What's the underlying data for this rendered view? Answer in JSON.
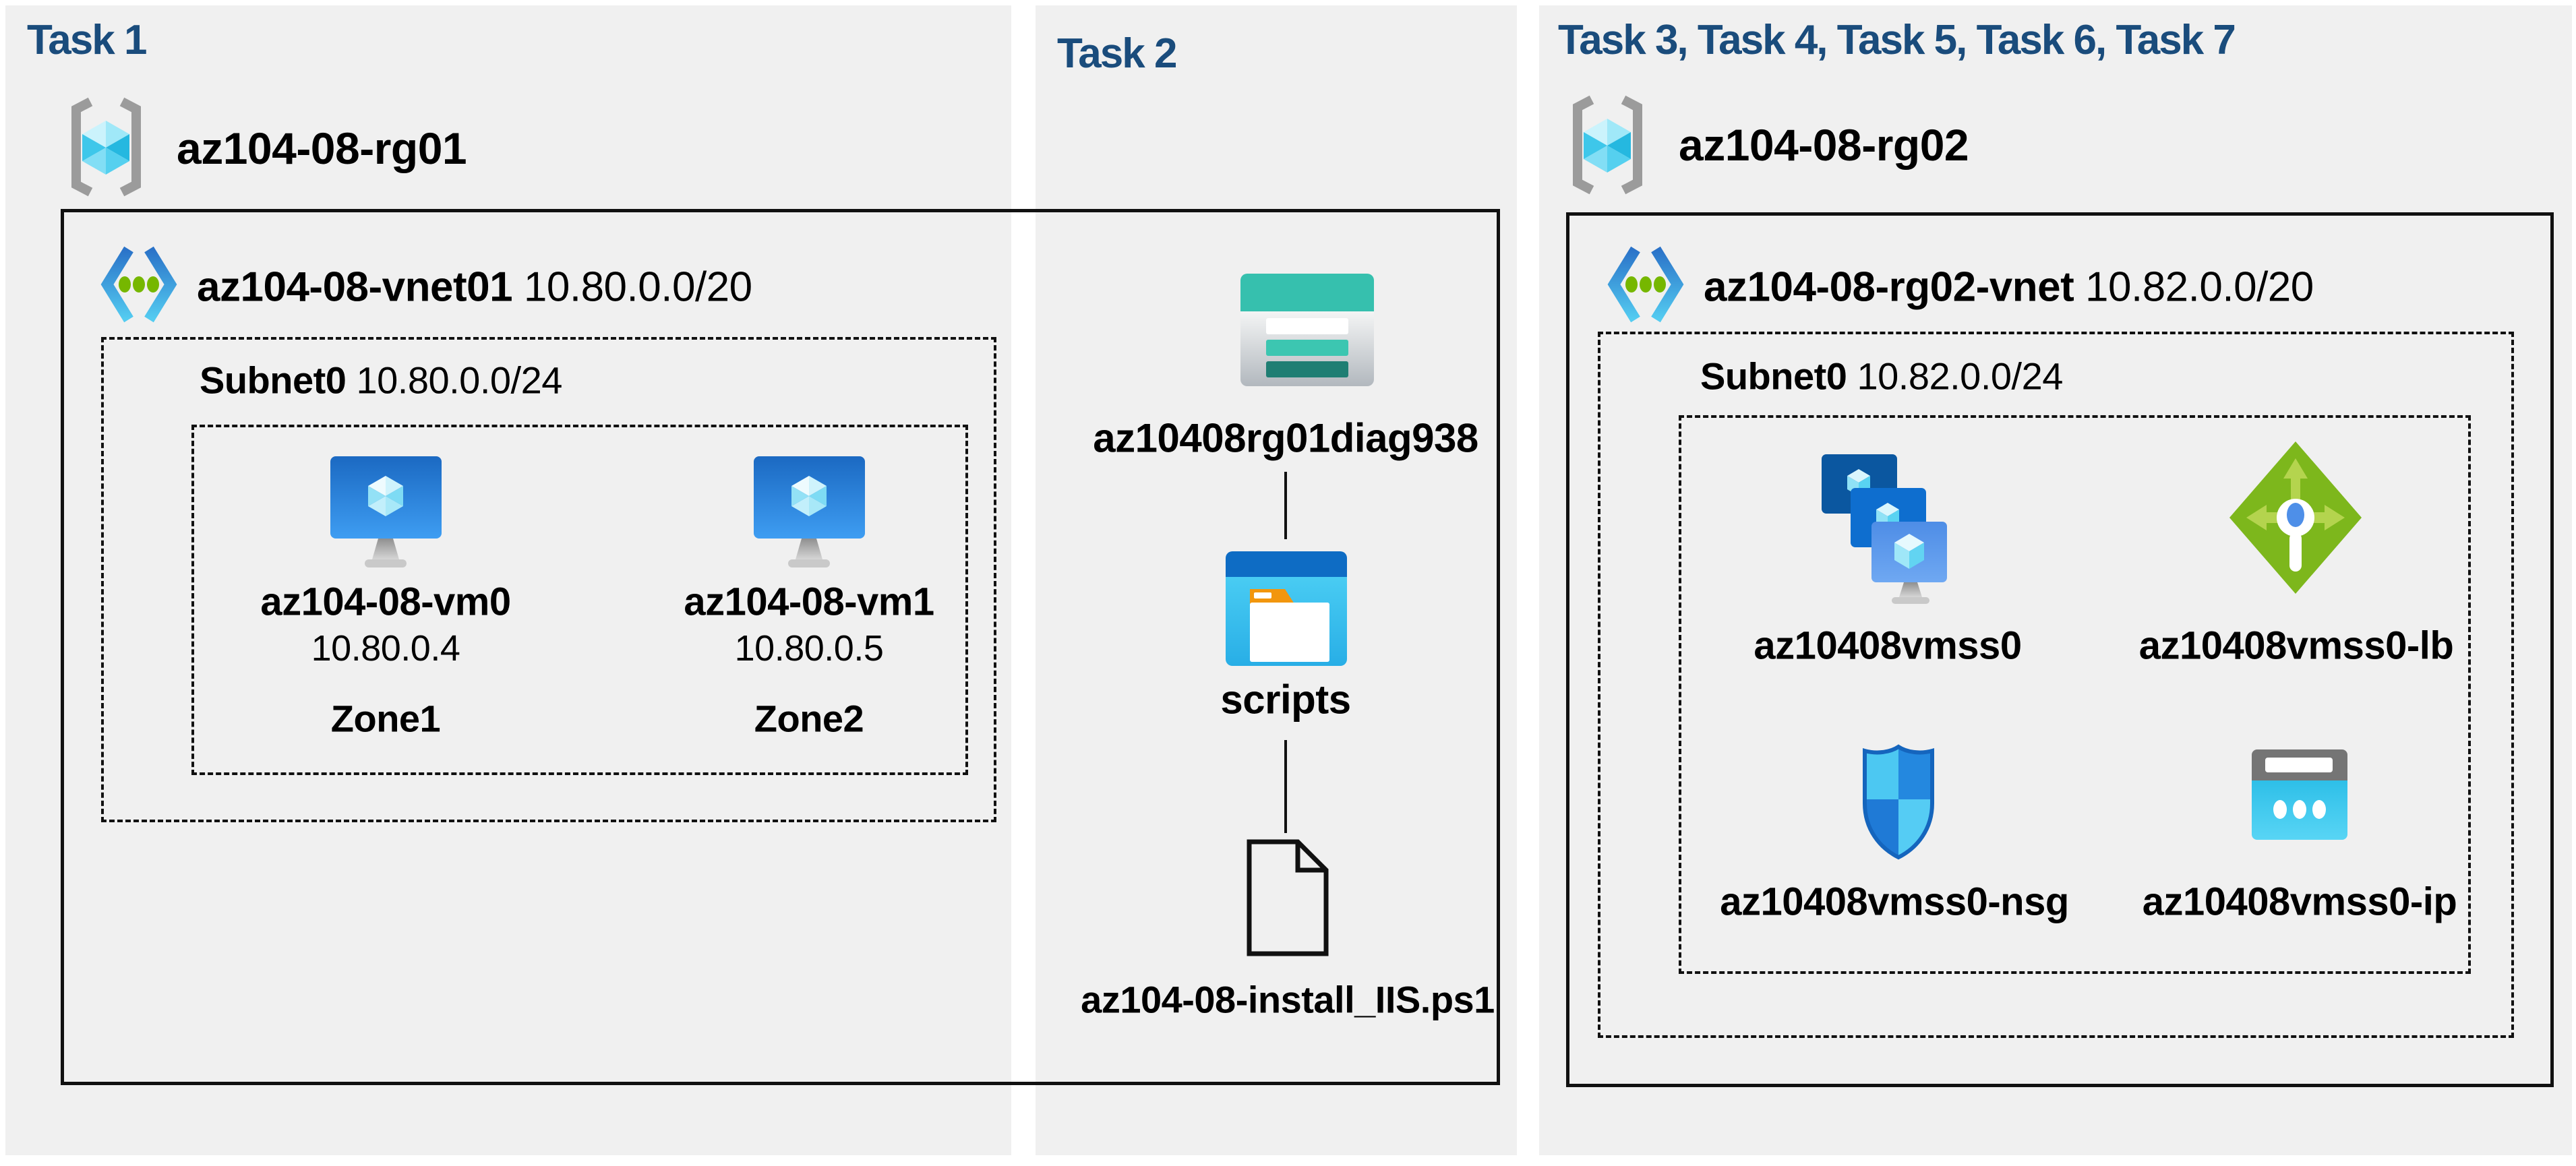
{
  "colors": {
    "title_text": "#1a4c7c",
    "panel_bg": "#f0f0f0",
    "line": "#111111"
  },
  "task1": {
    "title": "Task 1",
    "resource_group": "az104-08-rg01",
    "vnet_name": "az104-08-vnet01",
    "vnet_cidr": "10.80.0.0/20",
    "subnet_name": "Subnet0",
    "subnet_cidr": "10.80.0.0/24",
    "vms": [
      {
        "name": "az104-08-vm0",
        "ip": "10.80.0.4",
        "zone": "Zone1"
      },
      {
        "name": "az104-08-vm1",
        "ip": "10.80.0.5",
        "zone": "Zone2"
      }
    ]
  },
  "task2": {
    "title": "Task 2",
    "storage_account": "az10408rg01diag938",
    "folder": "scripts",
    "script_file": "az104-08-install_IIS.ps1"
  },
  "task3to7": {
    "title": "Task 3, Task 4, Task 5, Task 6, Task 7",
    "resource_group": "az104-08-rg02",
    "vnet_name": "az104-08-rg02-vnet",
    "vnet_cidr": "10.82.0.0/20",
    "subnet_name": "Subnet0",
    "subnet_cidr": "10.82.0.0/24",
    "resources": [
      {
        "name": "az10408vmss0",
        "type": "virtual-machine-scale-set"
      },
      {
        "name": "az10408vmss0-lb",
        "type": "load-balancer"
      },
      {
        "name": "az10408vmss0-nsg",
        "type": "network-security-group"
      },
      {
        "name": "az10408vmss0-ip",
        "type": "public-ip-address"
      }
    ]
  },
  "icons": {
    "resource_group": "resource-group-icon",
    "virtual_network": "virtual-network-icon",
    "virtual_machine": "virtual-machine-icon",
    "storage_account": "storage-account-icon",
    "folder": "folder-window-icon",
    "script_file": "file-document-icon",
    "vmss": "vm-scale-set-icon",
    "load_balancer": "load-balancer-icon",
    "nsg": "shield-icon",
    "public_ip": "public-ip-icon"
  }
}
